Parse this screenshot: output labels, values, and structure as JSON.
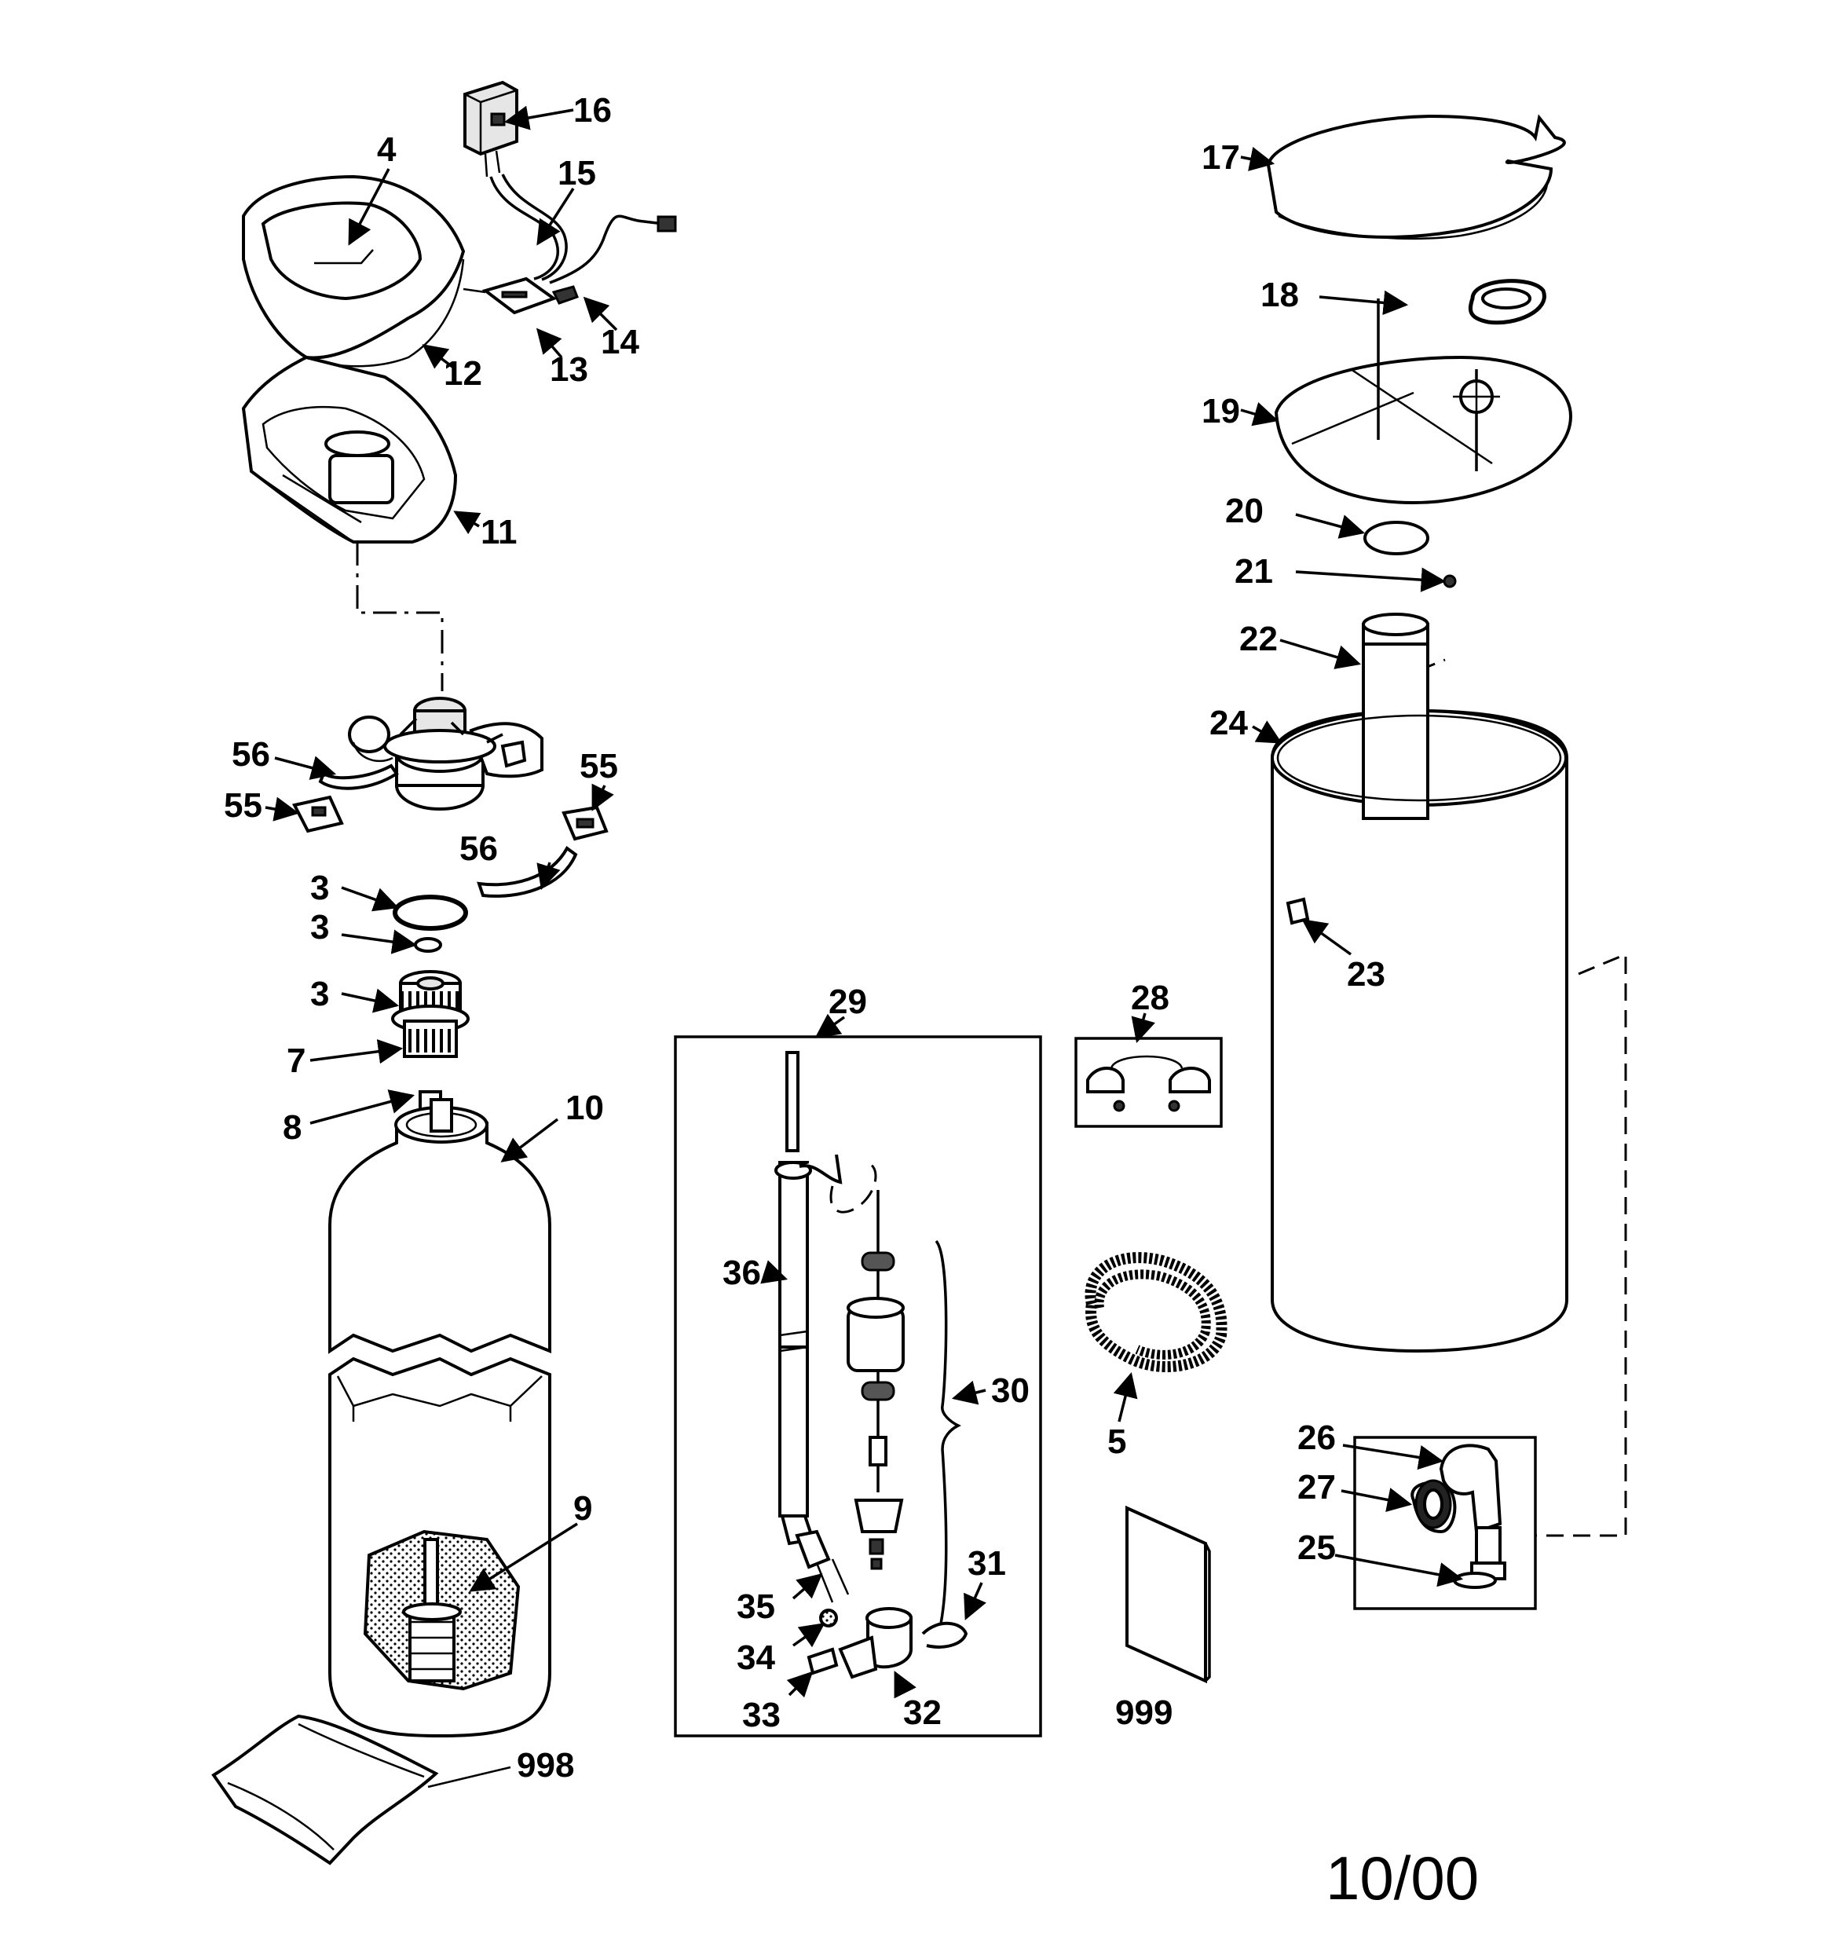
{
  "diagram": {
    "labels": {
      "p16": "16",
      "p4": "4",
      "p15": "15",
      "p12": "12",
      "p13": "13",
      "p14": "14",
      "p11": "11",
      "p56a": "56",
      "p55a": "55",
      "p55b": "55",
      "p56b": "56",
      "p3a": "3",
      "p3b": "3",
      "p3c": "3",
      "p7": "7",
      "p8": "8",
      "p10": "10",
      "p9": "9",
      "p998": "998",
      "p29": "29",
      "p36": "36",
      "p30": "30",
      "p31": "31",
      "p35": "35",
      "p34": "34",
      "p33": "33",
      "p32": "32",
      "p28": "28",
      "p5": "5",
      "p999": "999",
      "p17": "17",
      "p18": "18",
      "p19": "19",
      "p20": "20",
      "p21": "21",
      "p22": "22",
      "p24": "24",
      "p23": "23",
      "p26": "26",
      "p27": "27",
      "p25": "25"
    },
    "date_code": "10/00"
  }
}
